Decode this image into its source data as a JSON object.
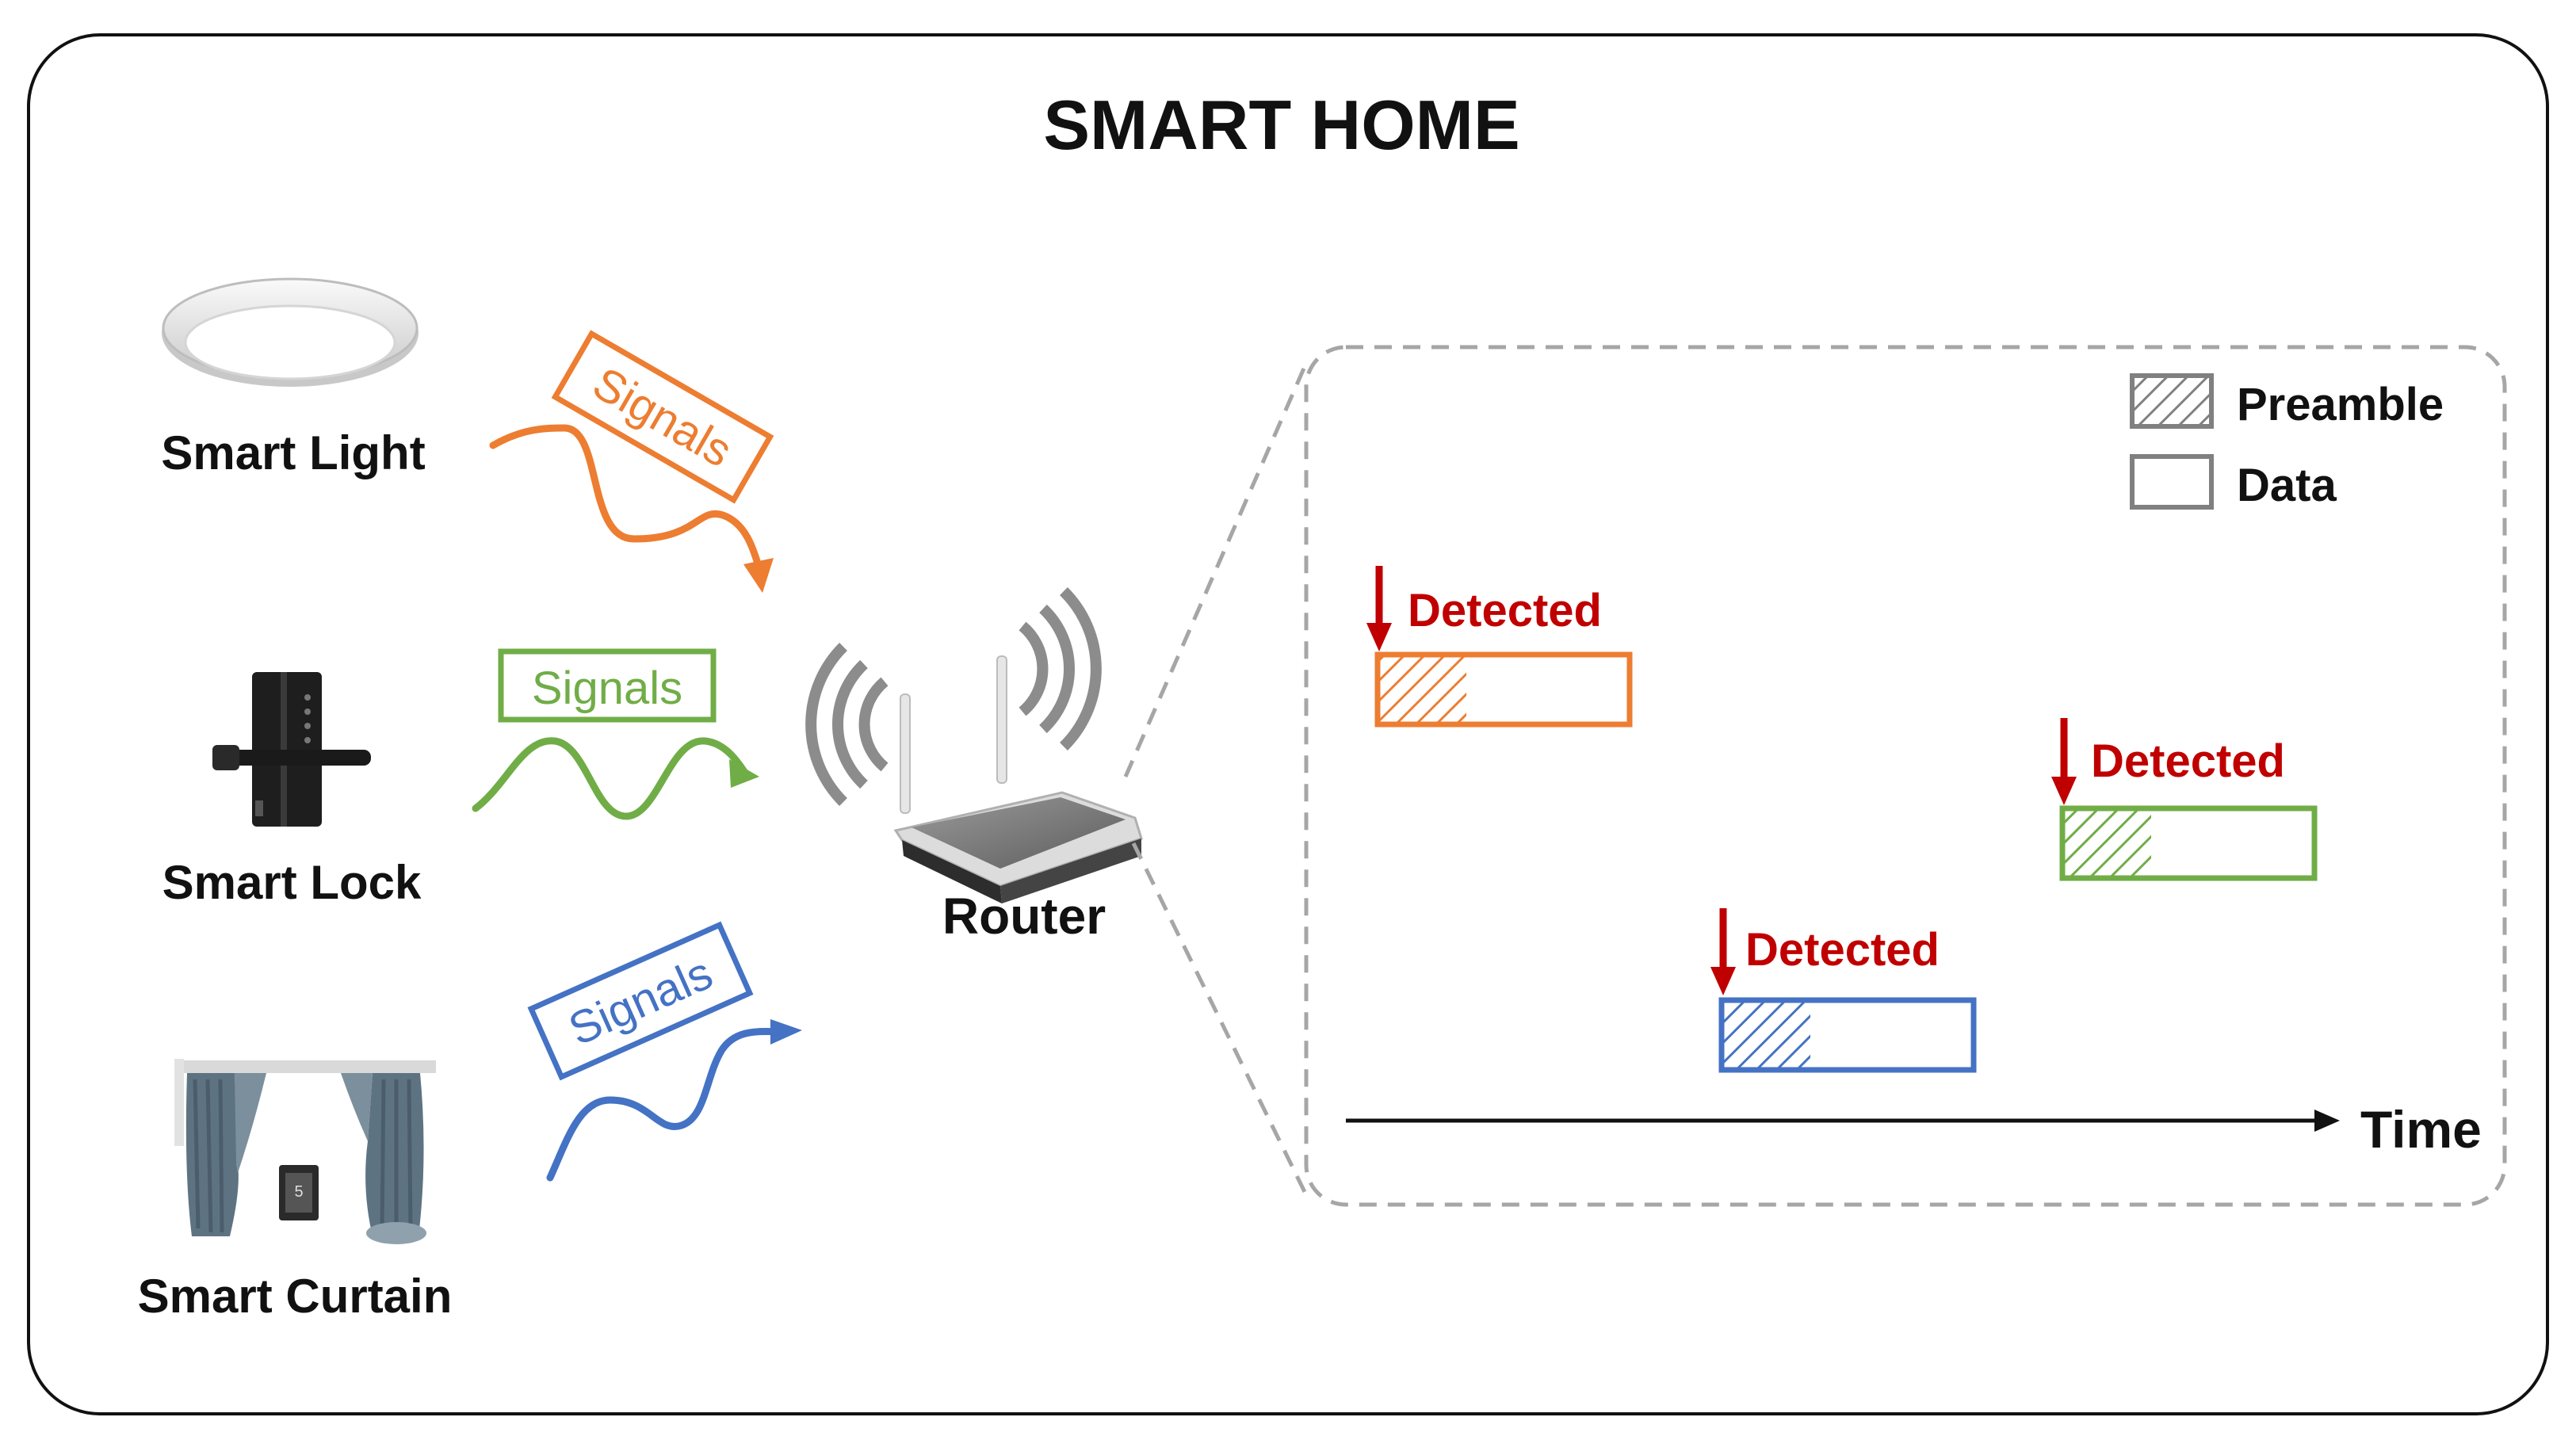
{
  "title": "SMART HOME",
  "colors": {
    "orange": "#ED7D31",
    "green": "#70AD47",
    "blue": "#4472C4",
    "red": "#C00000",
    "gray": "#808080",
    "black": "#111111"
  },
  "devices": [
    {
      "name": "Smart Light",
      "icon": "ceiling-light-icon",
      "signal_label": "Signals",
      "color": "orange"
    },
    {
      "name": "Smart Lock",
      "icon": "door-lock-icon",
      "signal_label": "Signals",
      "color": "green"
    },
    {
      "name": "Smart Curtain",
      "icon": "curtain-icon",
      "signal_label": "Signals",
      "color": "blue"
    }
  ],
  "router": {
    "label": "Router",
    "icon": "wifi-router-icon"
  },
  "timeline": {
    "legend": {
      "preamble": "Preamble",
      "data": "Data"
    },
    "axis_label": "Time",
    "packets": [
      {
        "label": "Detected",
        "color": "orange"
      },
      {
        "label": "Detected",
        "color": "green"
      },
      {
        "label": "Detected",
        "color": "blue"
      }
    ]
  }
}
